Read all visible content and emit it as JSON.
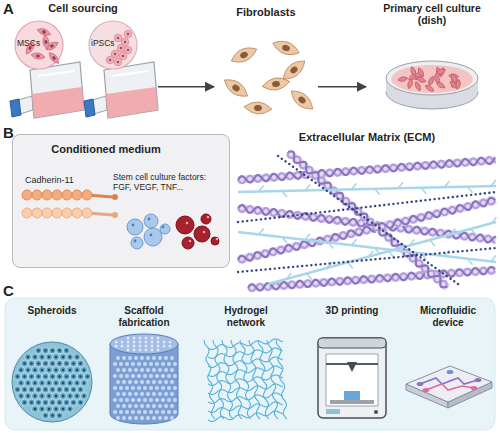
{
  "diagram": {
    "nodes": [
      {
        "text": [
          "Cell sourcing"
        ]
      },
      {
        "text": [
          "MSCs"
        ],
        "in": 0
      },
      {
        "text": [
          "iPSCs"
        ],
        "in": 0
      },
      {
        "text": [
          "Fibroblasts"
        ]
      },
      {
        "text": [
          "Primary cell culture (dish)"
        ]
      },
      {
        "text": [
          "Conditioned medium",
          "Cadherin-11",
          "Stem cell culture factors: FGF, VEGF, TNF..."
        ]
      },
      {
        "text": [
          "Extracellular Matrix (ECM)"
        ]
      },
      {
        "text": [
          "Spheroids"
        ]
      },
      {
        "text": [
          "Scaffold fabrication"
        ]
      },
      {
        "text": [
          "Hydrogel network"
        ]
      },
      {
        "text": [
          "3D printing"
        ]
      },
      {
        "text": [
          "Microfluidic device"
        ]
      }
    ],
    "edges": [
      {
        "from": 0,
        "to": 3,
        "arrow": "to"
      },
      {
        "from": 3,
        "to": 4,
        "arrow": "to"
      }
    ],
    "labels": [
      "A",
      "B",
      "C"
    ]
  }
}
